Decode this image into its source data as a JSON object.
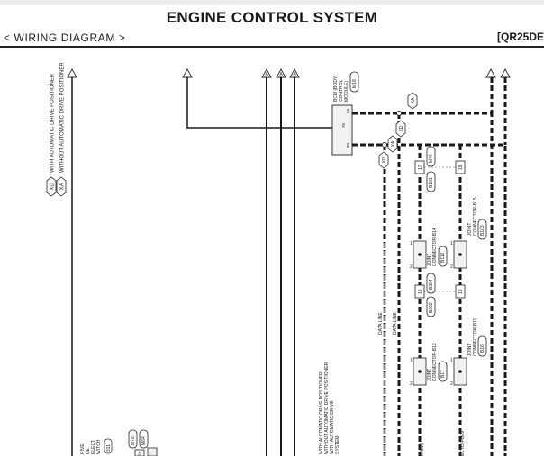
{
  "header": {
    "title": "ENGINE CONTROL SYSTEM",
    "section": "< WIRING DIAGRAM >",
    "code": "[QR25DE"
  },
  "legend": [
    {
      "symbol": "XD",
      "text": "WITH AUTOMATIC DRIVE POSITIONER"
    },
    {
      "symbol": "XA",
      "text": "WITHOUT AUTOMATIC DRIVE POSITIONER"
    }
  ],
  "bcm": {
    "lines": [
      "BCM (BODY",
      "CONTROL",
      "MODULE)"
    ],
    "connector": "M18",
    "pins": [
      "70",
      "59",
      "80"
    ]
  },
  "connectors": {
    "b14": {
      "lines": [
        "JOINT",
        "CONNECTOR-B14"
      ],
      "code": "B112"
    },
    "b15": {
      "lines": [
        "JOINT",
        "CONNECTOR-B15"
      ],
      "code": "B103"
    },
    "b12": {
      "lines": [
        "JOINT",
        "CONNECTOR-B12"
      ],
      "code": "B17"
    },
    "b11": {
      "lines": [
        "JOINT",
        "CONNECTOR-B11"
      ],
      "code": "B16"
    },
    "b10": "R-B10",
    "b09": "ECTOR-B09"
  },
  "pins": {
    "p17": "17",
    "p18a": "18",
    "p18b": "18",
    "p19": "19",
    "p1": "1",
    "p2": "2"
  },
  "harness": {
    "m44": "M44",
    "b101": "B101",
    "b304": "B304",
    "b302": "B302",
    "m78": "M78",
    "m64": "M64",
    "p3": "3"
  },
  "data_line_label": "DATA LINE",
  "notes": [
    "WITH AUTOMATIC DRIVE POSITIONER",
    "WITHOUT AUTOMATIC DRIVE POSITIONER",
    "WITH AUTOMATIC DRIVE",
    "SYSTEM"
  ],
  "left_lines": [
    "RIVE",
    "DE",
    "ELECT",
    "WITCH",
    "311"
  ],
  "colors": {
    "wire": "#1a1a1a",
    "box": "#f2f2f2",
    "dashed_gray": "#8a8a8a"
  }
}
